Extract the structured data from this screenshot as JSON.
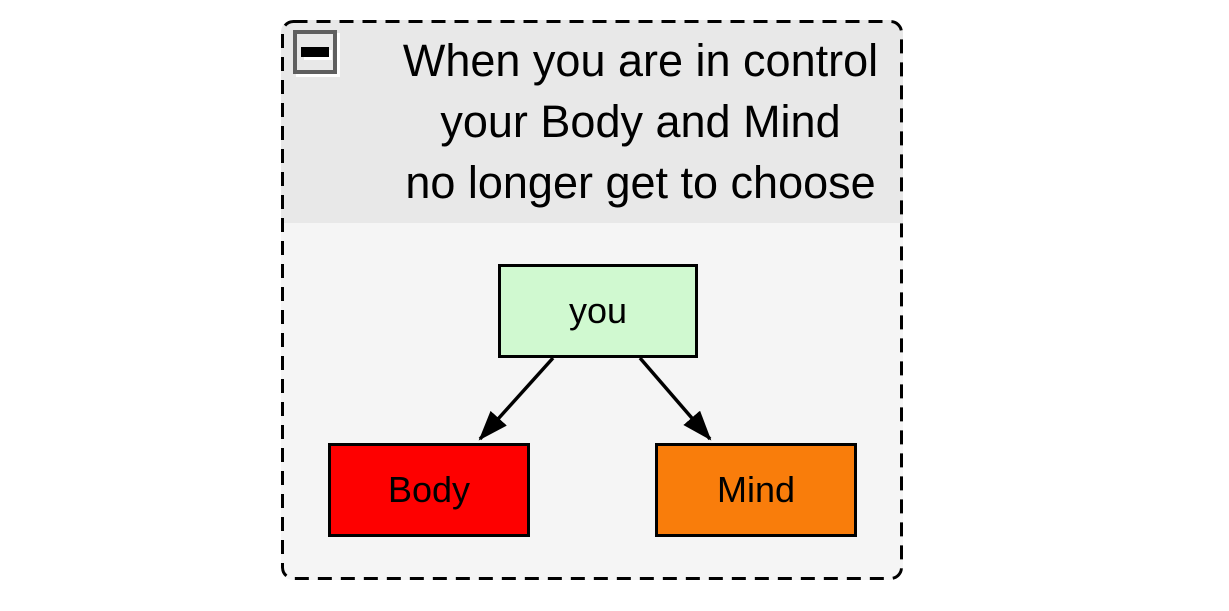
{
  "group": {
    "title": "When you are in control\nyour Body and Mind\nno longer get to choose",
    "collapse_button": {
      "icon": "minus-icon",
      "state": "expanded"
    }
  },
  "chart_data": {
    "type": "diagram-flowchart",
    "nodes": [
      {
        "id": "you",
        "label": "you",
        "fill": "#d0f9d0"
      },
      {
        "id": "body",
        "label": "Body",
        "fill": "#fe0000"
      },
      {
        "id": "mind",
        "label": "Mind",
        "fill": "#f97d0b"
      }
    ],
    "edges": [
      {
        "from": "you",
        "to": "body",
        "arrow": "filled-triangle"
      },
      {
        "from": "you",
        "to": "mind",
        "arrow": "filled-triangle"
      }
    ]
  },
  "colors": {
    "page_background": "#ffffff",
    "group_body_background": "#f5f5f5",
    "group_header_background": "#e8e8e8",
    "border": "#000000",
    "edge": "#000000",
    "collapse_button_border": "#5f5f5f"
  }
}
